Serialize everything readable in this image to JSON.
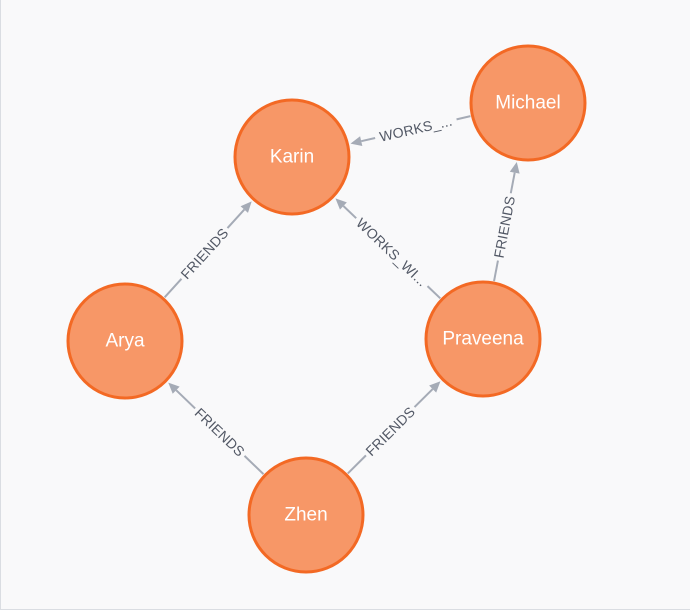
{
  "graph": {
    "node_color": "#f79767",
    "node_border_color": "#f36924",
    "edge_color": "#a5abb6",
    "edge_label_color": "#525865",
    "nodes": [
      {
        "id": "karin",
        "label": "Karin"
      },
      {
        "id": "michael",
        "label": "Michael"
      },
      {
        "id": "arya",
        "label": "Arya"
      },
      {
        "id": "praveena",
        "label": "Praveena"
      },
      {
        "id": "zhen",
        "label": "Zhen"
      }
    ],
    "edges": [
      {
        "id": "michael-karin",
        "from": "michael",
        "to": "karin",
        "label": "WORKS_..."
      },
      {
        "id": "praveena-karin",
        "from": "praveena",
        "to": "karin",
        "label": "WORKS_WI..."
      },
      {
        "id": "praveena-michael",
        "from": "praveena",
        "to": "michael",
        "label": "FRIENDS"
      },
      {
        "id": "arya-karin",
        "from": "arya",
        "to": "karin",
        "label": "FRIENDS"
      },
      {
        "id": "zhen-arya",
        "from": "zhen",
        "to": "arya",
        "label": "FRIENDS"
      },
      {
        "id": "zhen-praveena",
        "from": "zhen",
        "to": "praveena",
        "label": "FRIENDS"
      }
    ]
  }
}
